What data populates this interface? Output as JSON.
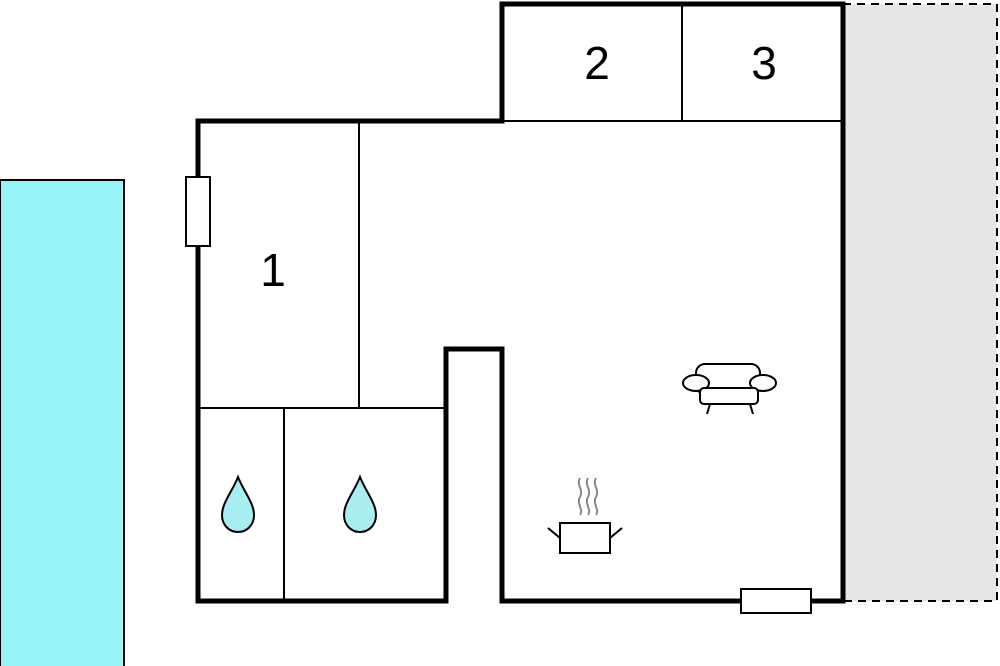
{
  "rooms": {
    "room_1": "1",
    "room_2": "2",
    "room_3": "3"
  },
  "icons": {
    "water_drop": "water-drop-icon",
    "sofa": "sofa-icon",
    "cooking_pot": "cooking-pot-icon",
    "window": "window-icon"
  },
  "colors": {
    "pool": "#99f5f5",
    "terrace": "#e6e6e6",
    "wall": "#000000",
    "water": "#a8edf0"
  }
}
